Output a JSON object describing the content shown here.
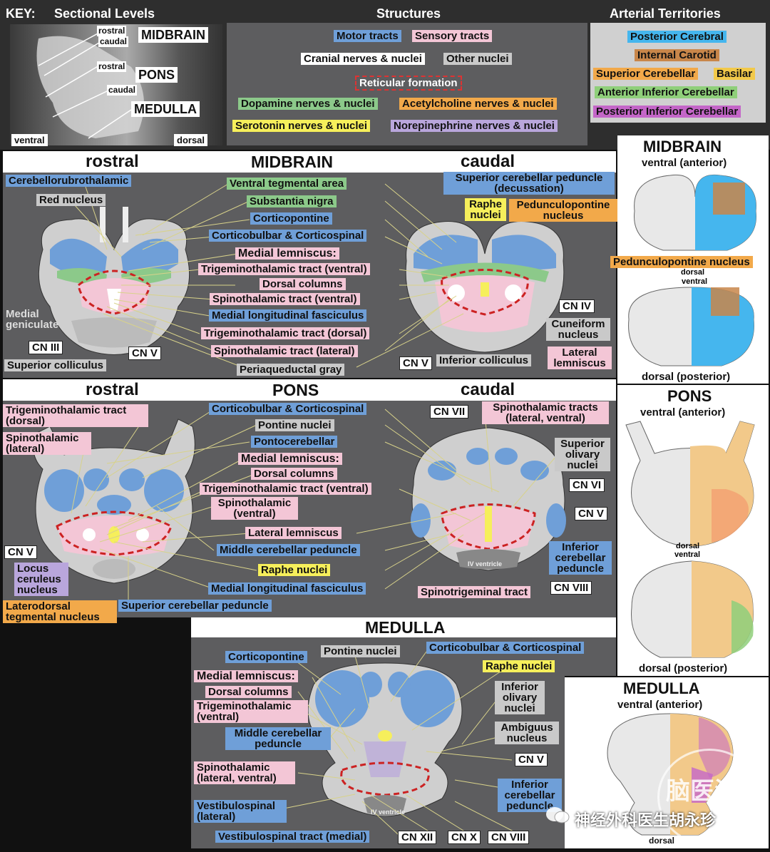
{
  "key": {
    "key_title": "KEY:",
    "sectional_levels": "Sectional Levels",
    "structures": "Structures",
    "arterial_territories": "Arterial Territories",
    "level_labels": [
      "rostral",
      "caudal",
      "rostral",
      "caudal"
    ],
    "region_labels": [
      "MIDBRAIN",
      "PONS",
      "MEDULLA"
    ],
    "ventral": "ventral",
    "dorsal": "dorsal",
    "structure_legend": [
      "Motor tracts",
      "Sensory tracts",
      "Cranial nerves & nuclei",
      "Other nuclei",
      "Reticular formation",
      "Dopamine nerves & nuclei",
      "Acetylcholine nerves & nuclei",
      "Serotonin nerves & nuclei",
      "Norepinephrine nerves & nuclei"
    ],
    "arterial_legend": [
      "Posterior Cerebral",
      "Internal Carotid",
      "Superior Cerebellar",
      "Basilar",
      "Anterior Inferior Cerebellar",
      "Posterior Inferior Cerebellar"
    ]
  },
  "midbrain": {
    "title": "MIDBRAIN",
    "rostral": "rostral",
    "caudal": "caudal",
    "labels": {
      "cerebellorubrothalamic": "Cerebellorubrothalamic",
      "red_nucleus": "Red nucleus",
      "vta": "Ventral tegmental area",
      "substantia_nigra": "Substantia nigra",
      "corticopontine": "Corticopontine",
      "corticobulbar": "Corticobulbar & Corticospinal",
      "medial_lemniscus": "Medial lemniscus:",
      "trig_ventral": "Trigeminothalamic tract (ventral)",
      "dorsal_columns": "Dorsal columns",
      "spino_ventral": "Spinothalamic tract (ventral)",
      "mlf": "Medial longitudinal fasciculus",
      "trig_dorsal": "Trigeminothalamic tract (dorsal)",
      "spino_lateral": "Spinothalamic tract (lateral)",
      "pag": "Periaqueductal gray",
      "medial_geniculate": "Medial geniculate",
      "cn3": "CN III",
      "cn5a": "CN V",
      "superior_colliculus": "Superior colliculus",
      "scp_dec": "Superior cerebellar peduncle (decussation)",
      "raphe": "Raphe nuclei",
      "ppn": "Pedunculopontine nucleus",
      "cn4": "CN IV",
      "cuneiform": "Cuneiform nucleus",
      "lateral_lemniscus": "Lateral lemniscus",
      "inferior_colliculus": "Inferior colliculus",
      "cn5b": "CN V"
    }
  },
  "pons": {
    "title": "PONS",
    "rostral": "rostral",
    "caudal": "caudal",
    "labels": {
      "trig_dorsal": "Trigeminothalamic tract (dorsal)",
      "spino_lateral": "Spinothalamic (lateral)",
      "corticobulbar": "Corticobulbar & Corticospinal",
      "pontine_nuclei": "Pontine nuclei",
      "pontocerebellar": "Pontocerebellar",
      "medial_lemniscus": "Medial lemniscus:",
      "dorsal_columns": "Dorsal columns",
      "trig_ventral": "Trigeminothalamic tract (ventral)",
      "spino_ventral": "Spinothalamic (ventral)",
      "lateral_lemniscus": "Lateral lemniscus",
      "mcp": "Middle cerebellar peduncle",
      "raphe": "Raphe nuclei",
      "mlf": "Medial longitudinal fasciculus",
      "scp": "Superior cerebellar peduncle",
      "cn5a": "CN V",
      "locus": "Locus ceruleus nucleus",
      "laterodorsal": "Laterodorsal tegmental nucleus",
      "cn7": "CN VII",
      "spino_tracts": "Spinothalamic tracts (lateral, ventral)",
      "sup_olivary": "Superior olivary nuclei",
      "cn6": "CN VI",
      "cn5b": "CN V",
      "icp": "Inferior cerebellar peduncle",
      "cn8": "CN VIII",
      "spinotrigeminal": "Spinotrigeminal tract",
      "iv_ventricle": "IV ventricle"
    }
  },
  "medulla": {
    "title": "MEDULLA",
    "labels": {
      "corticopontine": "Corticopontine",
      "pontine_nuclei": "Pontine nuclei",
      "corticobulbar": "Corticobulbar & Corticospinal",
      "raphe": "Raphe nuclei",
      "medial_lemniscus": "Medial lemniscus:",
      "dorsal_columns": "Dorsal columns",
      "trig_ventral": "Trigeminothalamic (ventral)",
      "mcp": "Middle cerebellar peduncle",
      "inf_olivary": "Inferior olivary nuclei",
      "ambiguus": "Ambiguus nucleus",
      "cn5": "CN V",
      "spino": "Spinothalamic (lateral, ventral)",
      "icp": "Inferior cerebellar peduncle",
      "vest_lateral": "Vestibulospinal (lateral)",
      "vest_medial": "Vestibulospinal tract (medial)",
      "cn12": "CN XII",
      "cn10": "CN X",
      "cn8": "CN VIII",
      "iv_ventricle": "IV ventricle"
    }
  },
  "territories": {
    "midbrain_title": "MIDBRAIN",
    "midbrain_ventral": "ventral (anterior)",
    "midbrain_ppn": "Pedunculopontine nucleus",
    "midbrain_dorsal_small": "dorsal",
    "midbrain_ventral_small": "ventral",
    "midbrain_dorsal": "dorsal (posterior)",
    "pons_title": "PONS",
    "pons_ventral": "ventral (anterior)",
    "pons_dorsal_small": "dorsal",
    "pons_ventral_small": "ventral",
    "pons_dorsal": "dorsal (posterior)",
    "medulla_title": "MEDULLA",
    "medulla_ventral": "ventral (anterior)",
    "medulla_dorsal": "dorsal"
  },
  "watermark": {
    "logo_text": "脑医汇",
    "caption": "神经外科医生胡永珍"
  }
}
